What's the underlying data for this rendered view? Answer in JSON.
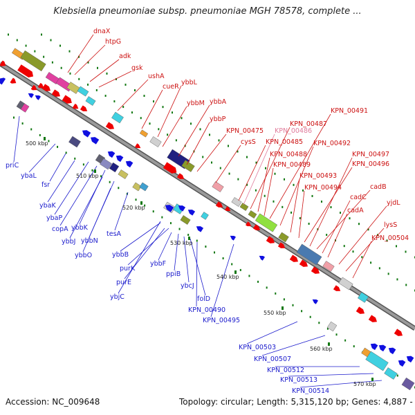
{
  "title": "Klebsiella pneumoniae subsp. pneumoniae MGH 78578, complete ...",
  "footer": {
    "accession": "Accession: NC_009648",
    "topology": "Topology: circular; Length: 5,315,120 bp; Genes: 4,887 -"
  },
  "colors": {
    "forward_label": "#cc1111",
    "forward_label_faint": "#e07a9a",
    "reverse_label": "#1a1acc",
    "forward_gene": "#ee0000",
    "reverse_gene": "#1010e0",
    "backbone": "#8c8c8c",
    "tick": "#117711"
  },
  "ticks": [
    "500 kbp",
    "510 kbp",
    "520 kbp",
    "530 kbp",
    "540 kbp",
    "550 kbp",
    "560 kbp",
    "570 kbp"
  ],
  "forward_genes": [
    "dnaX",
    "htpG",
    "adk",
    "gsk",
    "ushA",
    "cueR",
    "ybbL",
    "ybbM",
    "ybbA",
    "ybbP",
    "KPN_00475",
    "cysS",
    "KPN_00485",
    "KPN_00486",
    "KPN_00487",
    "KPN_00488",
    "KPN_00489",
    "KPN_00491",
    "KPN_00492",
    "KPN_00493",
    "KPN_00494",
    "KPN_00496",
    "KPN_00497",
    "cadB",
    "cadC",
    "cadA",
    "yjdL",
    "lysS",
    "KPN_00504"
  ],
  "reverse_genes": [
    "priC",
    "ybaL",
    "fsr",
    "ybaK",
    "ybaP",
    "copA",
    "ybbK",
    "ybbJ",
    "ybbN",
    "tesA",
    "ybbO",
    "ybbB",
    "purK",
    "ybbF",
    "purE",
    "ppiB",
    "ybjC",
    "ybcJ",
    "folD",
    "KPN_00490",
    "KPN_00495",
    "KPN_00503",
    "KPN_00507",
    "KPN_00512",
    "KPN_00513",
    "KPN_00514"
  ]
}
